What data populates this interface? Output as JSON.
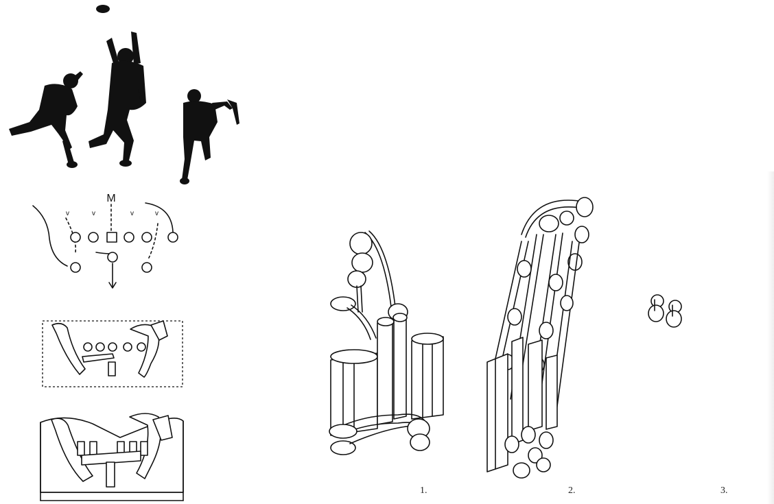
{
  "captions": [
    "1.",
    "2.",
    "3."
  ],
  "play_diagram": {
    "top_marker": "M"
  },
  "colors": {
    "ink": "#111111",
    "paper": "#ffffff"
  }
}
